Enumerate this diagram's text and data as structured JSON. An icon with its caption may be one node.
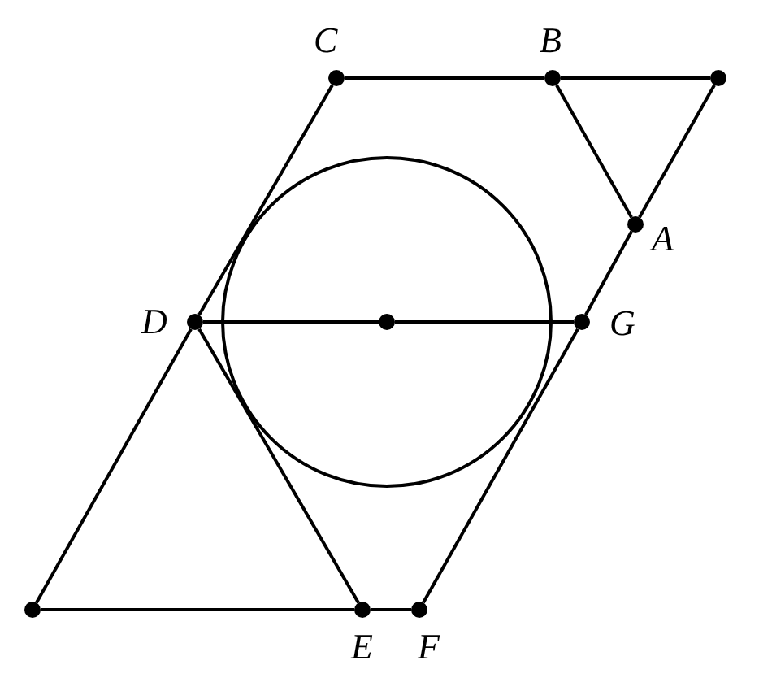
{
  "diagram": {
    "nodes": [
      {
        "text": [
          "C"
        ]
      },
      {
        "text": [
          "B"
        ]
      },
      {
        "text": [],
        "shape": "circle"
      },
      {
        "text": [
          "A"
        ]
      },
      {
        "text": [
          "D"
        ]
      },
      {
        "text": [],
        "shape": "circle"
      },
      {
        "text": [
          "G"
        ]
      },
      {
        "text": [],
        "shape": "circle"
      },
      {
        "text": [
          "E"
        ]
      },
      {
        "text": [
          "F"
        ]
      }
    ],
    "edges": [
      {
        "from": 0,
        "to": 1,
        "arrow": "none"
      },
      {
        "from": 1,
        "to": 2,
        "arrow": "none"
      },
      {
        "from": 2,
        "to": 3,
        "arrow": "none"
      },
      {
        "from": 3,
        "to": 6,
        "arrow": "none"
      },
      {
        "from": 6,
        "to": 9,
        "arrow": "none"
      },
      {
        "from": 0,
        "to": 4,
        "arrow": "none"
      },
      {
        "from": 4,
        "to": 7,
        "arrow": "none"
      },
      {
        "from": 7,
        "to": 8,
        "arrow": "none"
      },
      {
        "from": 8,
        "to": 9,
        "arrow": "none"
      },
      {
        "from": 1,
        "to": 3,
        "arrow": "none"
      },
      {
        "from": 4,
        "to": 8,
        "arrow": "none"
      },
      {
        "from": 4,
        "to": 5,
        "arrow": "none"
      },
      {
        "from": 5,
        "to": 6,
        "arrow": "none"
      }
    ]
  }
}
